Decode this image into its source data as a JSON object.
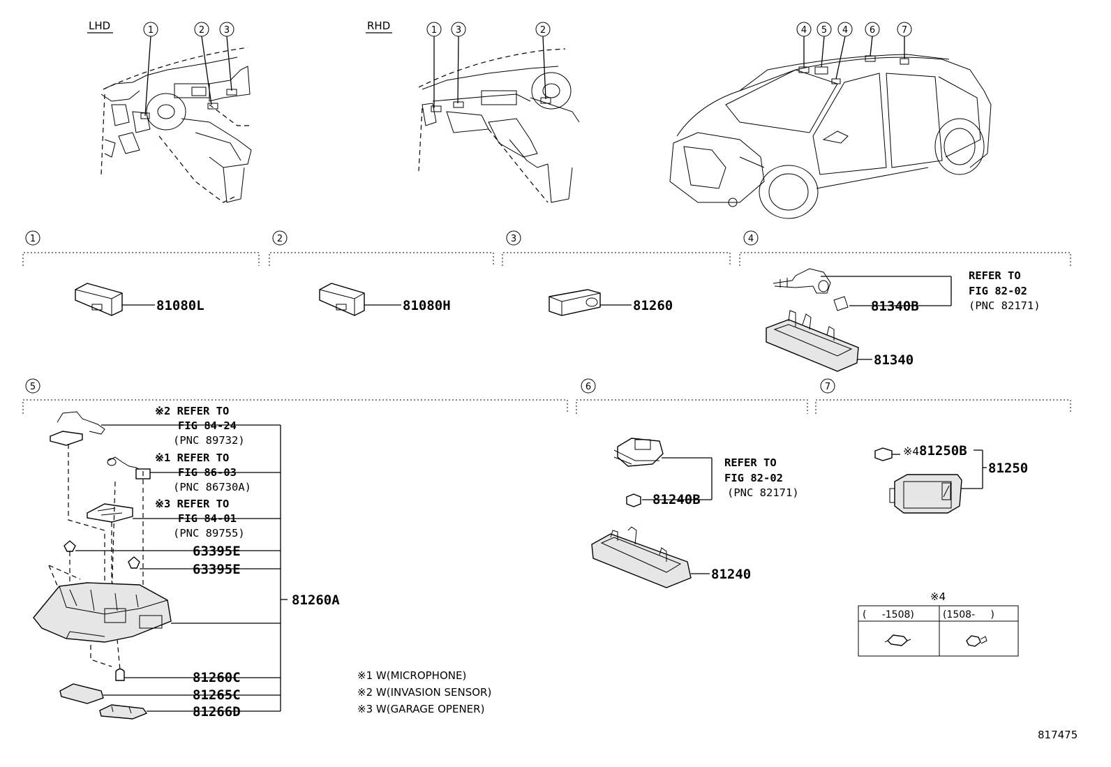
{
  "views": {
    "lhd_label": "LHD",
    "rhd_label": "RHD"
  },
  "callouts": [
    "1",
    "2",
    "3",
    "4",
    "5",
    "6",
    "7"
  ],
  "sections": {
    "s1": {
      "num": "1",
      "part": "81080L"
    },
    "s2": {
      "num": "2",
      "part": "81080H"
    },
    "s3": {
      "num": "3",
      "part": "81260"
    },
    "s4": {
      "num": "4",
      "part_bulb": "81340B",
      "part_lamp": "81340",
      "ref_l1": "REFER TO",
      "ref_l2": "FIG 82-02",
      "ref_l3": "(PNC 82171)"
    },
    "s5": {
      "num": "5",
      "ref1": {
        "mark": "※2",
        "l1": "REFER TO",
        "l2": "FIG 84-24",
        "l3": "(PNC 89732)"
      },
      "ref2": {
        "mark": "※1",
        "l1": "REFER TO",
        "l2": "FIG 86-03",
        "l3": "(PNC 86730A)"
      },
      "ref3": {
        "mark": "※3",
        "l1": "REFER TO",
        "l2": "FIG 84-01",
        "l3": "(PNC 89755)"
      },
      "clip_a": "63395E",
      "clip_b": "63395E",
      "assy": "81260A",
      "bulb": "81260C",
      "lens": "81265C",
      "cover": "81266D"
    },
    "s6": {
      "num": "6",
      "part_bulb": "81240B",
      "part_lamp": "81240",
      "ref_l1": "REFER TO",
      "ref_l2": "FIG 82-02",
      "ref_l3": "(PNC 82171)"
    },
    "s7": {
      "num": "7",
      "mark": "※4",
      "part_bulb": "81250B",
      "part_lamp": "81250"
    }
  },
  "bulb_table": {
    "title": "※4",
    "col1": "(     -1508)",
    "col2": "(1508-     )"
  },
  "notes": [
    "※1 W(MICROPHONE)",
    "※2 W(INVASION SENSOR)",
    "※3 W(GARAGE OPENER)"
  ],
  "figure_id": "817475"
}
